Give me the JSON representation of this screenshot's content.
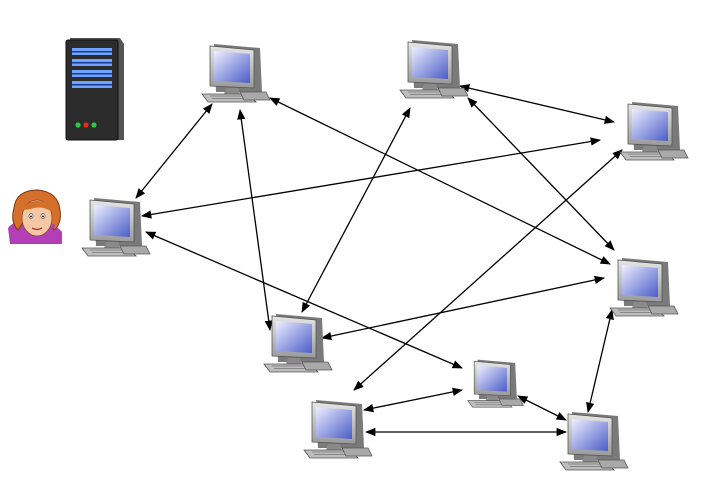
{
  "diagram": {
    "server": {
      "icon": "server-icon"
    },
    "user": {
      "icon": "user-face-icon"
    },
    "peers": [
      {
        "id": "pc-top-left",
        "icon": "computer-icon"
      },
      {
        "id": "pc-top-center",
        "icon": "computer-icon"
      },
      {
        "id": "pc-right-upper",
        "icon": "computer-icon"
      },
      {
        "id": "pc-left",
        "icon": "computer-icon"
      },
      {
        "id": "pc-right-middle",
        "icon": "computer-icon"
      },
      {
        "id": "pc-center",
        "icon": "computer-icon"
      },
      {
        "id": "pc-small-center",
        "icon": "computer-icon"
      },
      {
        "id": "pc-bottom-left",
        "icon": "computer-icon"
      },
      {
        "id": "pc-bottom-right",
        "icon": "computer-icon"
      }
    ],
    "links": [
      [
        "pc-top-left",
        "pc-left"
      ],
      [
        "pc-top-left",
        "pc-center"
      ],
      [
        "pc-top-left",
        "pc-right-middle"
      ],
      [
        "pc-top-center",
        "pc-right-upper"
      ],
      [
        "pc-top-center",
        "pc-center"
      ],
      [
        "pc-top-center",
        "pc-right-middle"
      ],
      [
        "pc-right-upper",
        "pc-left"
      ],
      [
        "pc-right-upper",
        "pc-bottom-left"
      ],
      [
        "pc-left",
        "pc-small-center"
      ],
      [
        "pc-right-middle",
        "pc-center"
      ],
      [
        "pc-right-middle",
        "pc-bottom-right"
      ],
      [
        "pc-small-center",
        "pc-bottom-left"
      ],
      [
        "pc-small-center",
        "pc-bottom-right"
      ],
      [
        "pc-bottom-left",
        "pc-bottom-right"
      ]
    ],
    "colors": {
      "screen_light": "#eef0ff",
      "screen_dark": "#4a5cc8",
      "computer_body": "#c8c8c8",
      "computer_shadow": "#6e6e6e",
      "server_body": "#2c2c2c",
      "server_blue": "#6fa3ff",
      "led_green": "#22cc44",
      "led_red": "#ee2222",
      "hair": "#d4702c",
      "skin": "#f6c7a4",
      "shirt": "#b23fb8",
      "arrow": "#000000"
    }
  }
}
